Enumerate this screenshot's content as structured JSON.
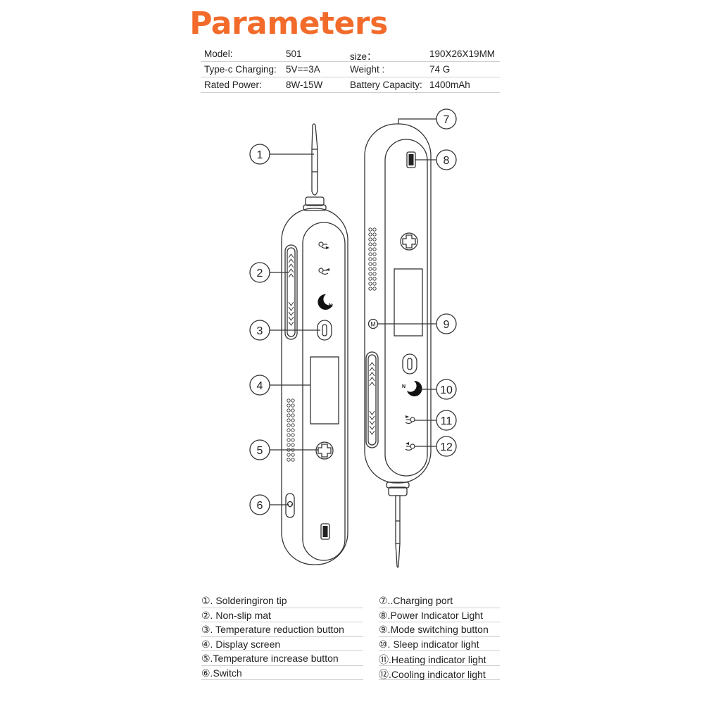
{
  "header": {
    "title": "Parameters",
    "accent_color": "#f26b2a"
  },
  "specs": [
    {
      "label": "Model:",
      "value": "501",
      "label2": "size：",
      "value2": "190X26X19MM"
    },
    {
      "label": "Type-c Charging:",
      "value": "5V==3A",
      "label2": "Weight :",
      "value2": "74 G"
    },
    {
      "label": "Rated Power:",
      "value": "8W-15W",
      "label2": "Battery Capacity:",
      "value2": "1400mAh"
    }
  ],
  "callouts": [
    "1",
    "2",
    "3",
    "4",
    "5",
    "6",
    "7",
    "8",
    "9",
    "10",
    "11",
    "12"
  ],
  "legend_left": [
    "①. Solderingiron tip",
    "②. Non-slip mat",
    "③. Temperature reduction button",
    "④. Display screen",
    "⑤.Temperature increase button",
    "⑥.Switch"
  ],
  "legend_right": [
    "⑦..Charging port",
    "⑧.Power Indicator Light",
    "⑨.Mode switching button",
    "⑩. Sleep indicator light",
    "⑪.Heating indicator light",
    "⑫.Cooling indicator light"
  ],
  "icons": {
    "sleep_glyph": "N",
    "mode_glyph": "M"
  }
}
